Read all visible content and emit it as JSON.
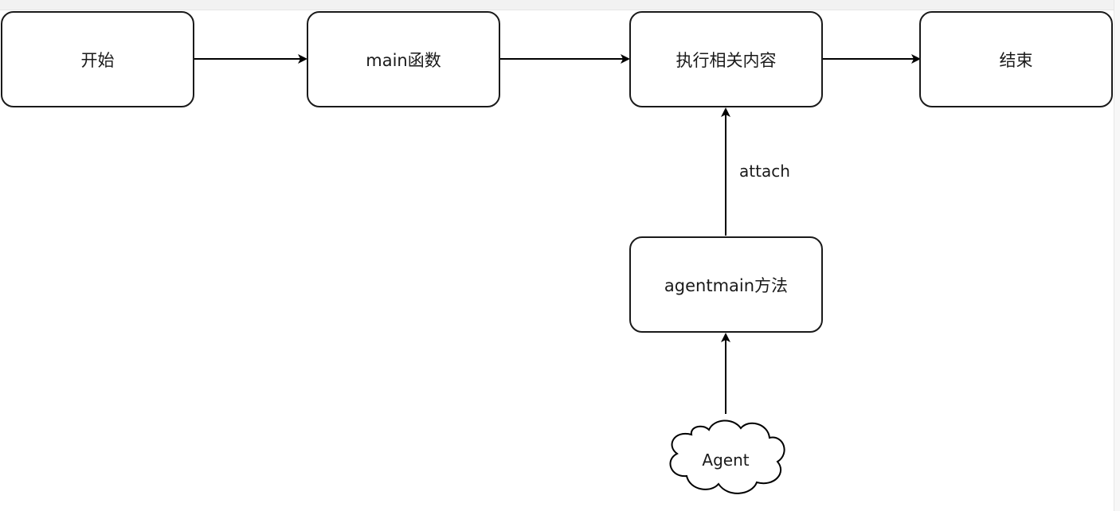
{
  "diagram": {
    "nodes": {
      "start": "开始",
      "main_func": "main函数",
      "execute": "执行相关内容",
      "end": "结束",
      "agentmain": "agentmain方法",
      "agent": "Agent"
    },
    "edge_labels": {
      "attach": "attach"
    }
  }
}
